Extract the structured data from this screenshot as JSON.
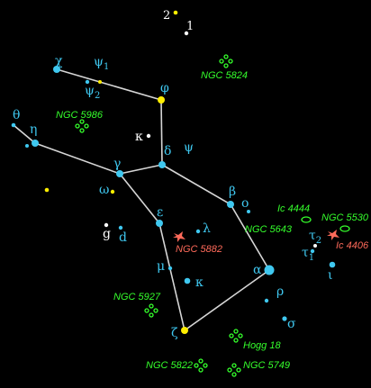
{
  "map": {
    "colors": {
      "background": "#000000",
      "line": "#d6d6d6",
      "star_blue": "#3fc8f0",
      "star_yellow": "#ffee00",
      "star_white": "#ffffff",
      "label_blue": "#3fc8f0",
      "label_white": "#ffffff",
      "cluster_green": "#35ff2c",
      "galaxy_green": "#35ff2c",
      "nebula_red": "#ff6a5a"
    },
    "star_labels": {
      "chi": "χ",
      "psi1": "ψ1",
      "psi2": "ψ2",
      "phi": "φ",
      "theta": "θ",
      "eta": "η",
      "kappa_upper": "κ",
      "delta": "δ",
      "psi": "ψ",
      "gamma": "γ",
      "omega": "ω",
      "beta": "β",
      "omicron": "ο",
      "epsilon": "ε",
      "lambda": "λ",
      "g": "g",
      "d": "d",
      "alpha": "α",
      "mu": "μ",
      "kappa_lower": "κ",
      "rho": "ρ",
      "sigma": "σ",
      "zeta": "ζ",
      "tau2": "τ2",
      "tau1": "τ1",
      "iota": "ι",
      "two": "2",
      "one": "1"
    },
    "objects": {
      "ngc5824": "NGC 5824",
      "ngc5986": "NGC 5986",
      "ic4444": "Ic 4444",
      "ngc5530": "NGC 5530",
      "ngc5643": "NGC 5643",
      "ic4406": "Ic 4406",
      "ngc5882": "NGC 5882",
      "ngc5927": "NGC 5927",
      "hogg18": "Hogg 18",
      "ngc5822": "NGC 5822",
      "ngc5749": "NGC 5749"
    }
  }
}
